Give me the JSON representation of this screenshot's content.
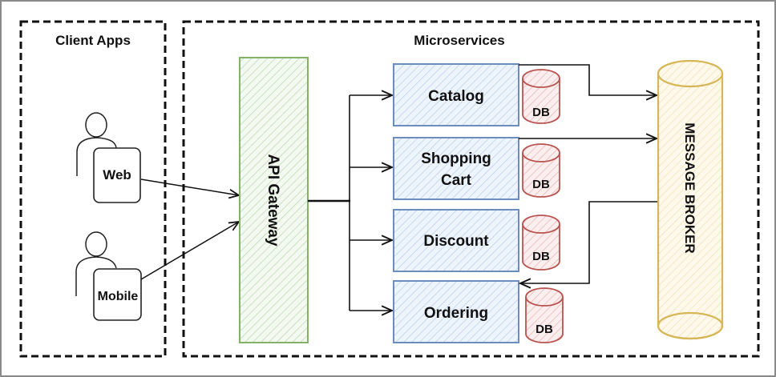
{
  "groups": {
    "client_apps": {
      "title": "Client Apps"
    },
    "microservices": {
      "title": "Microservices"
    }
  },
  "clients": [
    {
      "id": "web",
      "label": "Web",
      "icon": "user-icon"
    },
    {
      "id": "mobile",
      "label": "Mobile",
      "icon": "user-icon"
    }
  ],
  "gateway": {
    "label": "API Gateway",
    "color": "#82b366",
    "fill": "#d5e8d4"
  },
  "services": [
    {
      "id": "catalog",
      "label": "Catalog",
      "db_label": "DB"
    },
    {
      "id": "shopping-cart",
      "label_lines": [
        "Shopping",
        "Cart"
      ],
      "db_label": "DB"
    },
    {
      "id": "discount",
      "label": "Discount",
      "db_label": "DB"
    },
    {
      "id": "ordering",
      "label": "Ordering",
      "db_label": "DB"
    }
  ],
  "service_style": {
    "stroke": "#6c8ebf",
    "fill": "#dae8fc"
  },
  "db_style": {
    "stroke": "#b85450",
    "fill": "#f8cecc"
  },
  "broker": {
    "label": "MESSAGE BROKER",
    "stroke": "#d6b656",
    "fill": "#fff2cc"
  },
  "connections": [
    {
      "from": "web",
      "to": "gateway"
    },
    {
      "from": "mobile",
      "to": "gateway"
    },
    {
      "from": "gateway",
      "to": "catalog"
    },
    {
      "from": "gateway",
      "to": "shopping-cart"
    },
    {
      "from": "gateway",
      "to": "discount"
    },
    {
      "from": "gateway",
      "to": "ordering"
    },
    {
      "from": "catalog",
      "to": "broker"
    },
    {
      "from": "shopping-cart",
      "to": "broker"
    },
    {
      "from": "broker",
      "to": "ordering"
    }
  ]
}
